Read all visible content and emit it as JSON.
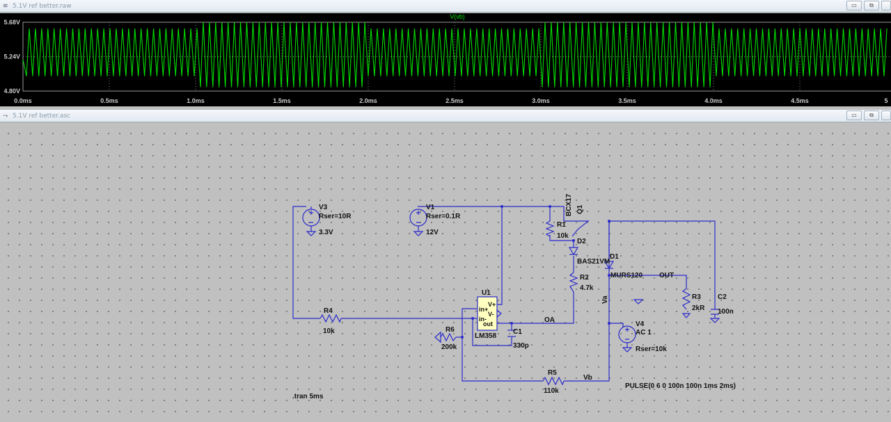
{
  "waveform_window": {
    "title": "5.1V ref better.raw",
    "icon": "waveform-icon",
    "buttons": [
      "minimize",
      "restore",
      "close"
    ]
  },
  "schematic_window": {
    "title": "5.1V ref better.asc",
    "icon": "schematic-icon",
    "buttons": [
      "minimize",
      "restore",
      "close"
    ]
  },
  "chart_data": {
    "type": "line",
    "title": "V(vb)",
    "xlabel": "",
    "ylabel": "",
    "xlim": [
      0,
      5
    ],
    "ylim": [
      4.8,
      5.68
    ],
    "x_ticks": [
      "0.0ms",
      "0.5ms",
      "1.0ms",
      "1.5ms",
      "2.0ms",
      "2.5ms",
      "3.0ms",
      "3.5ms",
      "4.0ms",
      "4.5ms",
      "5"
    ],
    "y_ticks": [
      "5.68V",
      "5.24V",
      "4.80V"
    ],
    "grid": true,
    "color": "#00e000",
    "series": [
      {
        "name": "V(vb)",
        "shape": "oscillation",
        "envelope": [
          {
            "t_ms": [
              0,
              1
            ],
            "min": 4.99,
            "max": 5.6
          },
          {
            "t_ms": [
              1,
              2
            ],
            "min": 4.85,
            "max": 5.68
          },
          {
            "t_ms": [
              2,
              3
            ],
            "min": 4.99,
            "max": 5.6
          },
          {
            "t_ms": [
              3,
              4
            ],
            "min": 4.85,
            "max": 5.68
          },
          {
            "t_ms": [
              4,
              5
            ],
            "min": 4.99,
            "max": 5.6
          }
        ]
      }
    ]
  },
  "schematic": {
    "components": {
      "V3": {
        "name": "V3",
        "value": "3.3V",
        "param": "Rser=10R"
      },
      "V1": {
        "name": "V1",
        "value": "12V",
        "param": "Rser=0.1R"
      },
      "Q1": {
        "name": "Q1",
        "model": "BCX17"
      },
      "R1": {
        "name": "R1",
        "value": "10k"
      },
      "D2": {
        "name": "D2",
        "model": "BAS21VM"
      },
      "D1": {
        "name": "D1",
        "model": "MURS120"
      },
      "R2": {
        "name": "R2",
        "value": "4.7k"
      },
      "R3": {
        "name": "R3",
        "value": "2kR"
      },
      "C2": {
        "name": "C2",
        "value": "100n"
      },
      "U1": {
        "name": "U1",
        "model": "LM358",
        "pins": [
          "V+",
          "in+",
          "V-",
          "in-",
          "out"
        ]
      },
      "C1": {
        "name": "C1",
        "value": "330p"
      },
      "R4": {
        "name": "R4",
        "value": "10k"
      },
      "R6": {
        "name": "R6",
        "value": "200k"
      },
      "R5": {
        "name": "R5",
        "value": "110k"
      },
      "V4": {
        "name": "V4",
        "value": "AC 1",
        "param": "Rser=10k",
        "pulse": "PULSE(0 6 0 100n 100n 1ms 2ms)"
      }
    },
    "nets": {
      "OA": "OA",
      "OUT": "OUT",
      "Va": "Va",
      "Vb": "Vb"
    },
    "directive": ".tran 5ms"
  }
}
